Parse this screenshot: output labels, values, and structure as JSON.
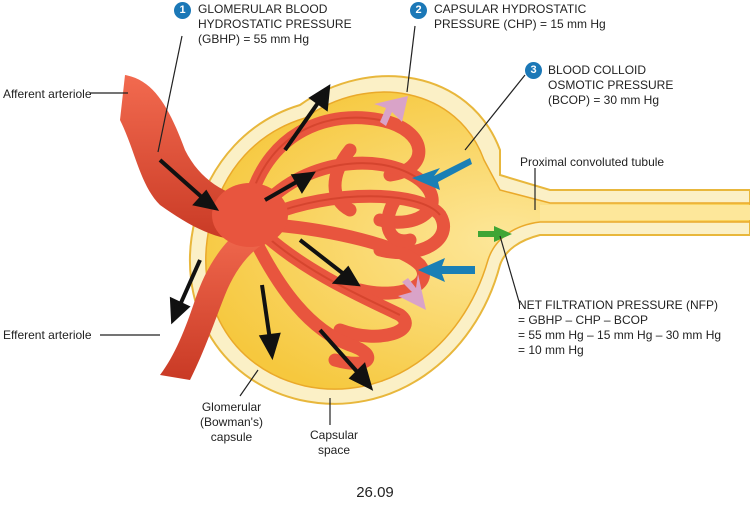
{
  "gbhp": {
    "number": "1",
    "lines": [
      "GLOMERULAR BLOOD",
      "HYDROSTATIC PRESSURE",
      "(GBHP) = 55 mm Hg"
    ]
  },
  "chp": {
    "number": "2",
    "lines": [
      "CAPSULAR HYDROSTATIC",
      "PRESSURE (CHP) = 15 mm Hg"
    ]
  },
  "bcop": {
    "number": "3",
    "lines": [
      "BLOOD COLLOID",
      "OSMOTIC PRESSURE",
      "(BCOP) = 30 mm Hg"
    ]
  },
  "afferent": "Afferent arteriole",
  "efferent": "Efferent arteriole",
  "pct": "Proximal convoluted tubule",
  "nfp": {
    "lines": [
      "NET FILTRATION PRESSURE (NFP)",
      "= GBHP – CHP – BCOP",
      "= 55 mm Hg – 15 mm Hg – 30 mm Hg",
      "= 10 mm Hg"
    ]
  },
  "capsule": {
    "lines": [
      "Glomerular",
      "(Bowman's)",
      "capsule"
    ]
  },
  "space": {
    "lines": [
      "Capsular",
      "space"
    ]
  },
  "figure": "26.09",
  "colors": {
    "vessel": "#e8553e",
    "vessel_dark": "#b8301f",
    "capsule_wall": "#f5c842",
    "space": "#fce08a",
    "tubule": "#fff4c8",
    "number_badge": "#1b78b7",
    "arrow_black": "#111111",
    "arrow_pink": "#d9a3c8",
    "arrow_blue": "#1a7fb5",
    "arrow_green": "#3fa535"
  }
}
